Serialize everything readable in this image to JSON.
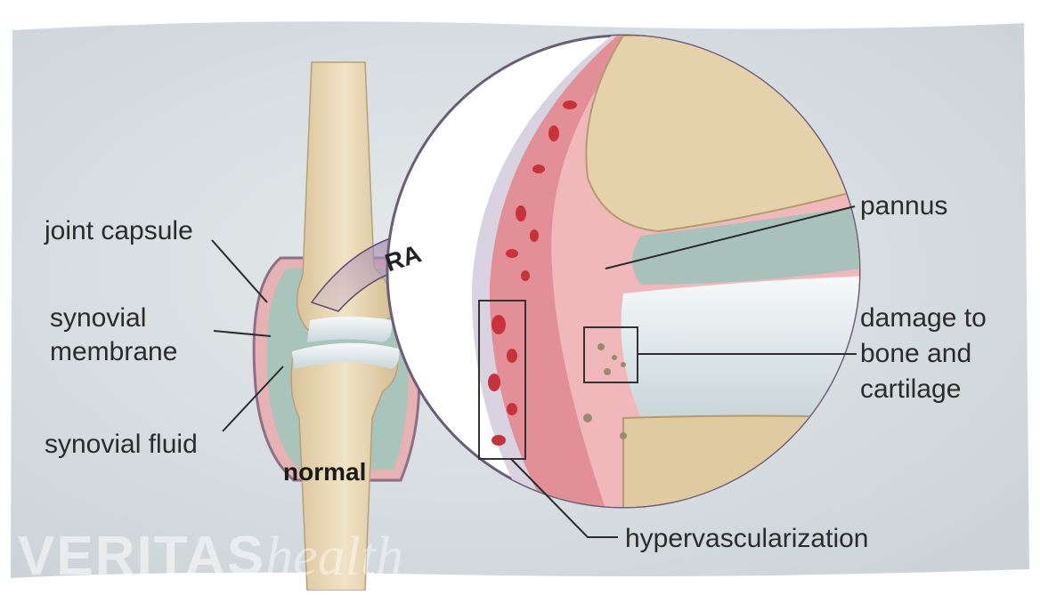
{
  "labels": {
    "joint_capsule": "joint capsule",
    "synovial_membrane_1": "synovial",
    "synovial_membrane_2": "membrane",
    "synovial_fluid": "synovial fluid",
    "normal": "normal",
    "ra": "RA",
    "pannus": "pannus",
    "damage_1": "damage to",
    "damage_2": "bone and",
    "damage_3": "cartilage",
    "hypervascularization": "hypervascularization"
  },
  "watermark": {
    "brand": "VERITAS",
    "sub": "health"
  },
  "colors": {
    "background": "#d9dfe2",
    "bone": "#e8d6b4",
    "cartilage": "#e8eef0",
    "synovium": "#e6a8a8",
    "fluid": "#a9c2b9",
    "arrow": "#8c6d9c",
    "vessel": "#c8323a",
    "outline": "#6b5d78"
  }
}
